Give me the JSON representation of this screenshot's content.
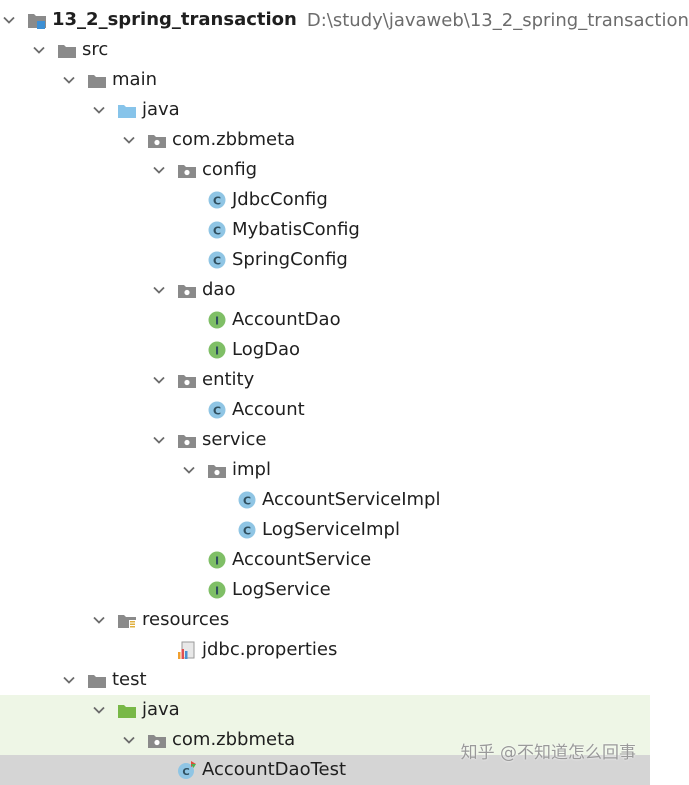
{
  "project": {
    "name": "13_2_spring_transaction",
    "path": "D:\\study\\javaweb\\13_2_spring_transaction"
  },
  "tree": [
    {
      "label": "13_2_spring_transaction",
      "icon": "project-module-icon",
      "level": 0,
      "expanded": true
    },
    {
      "label": "src",
      "icon": "folder-icon",
      "level": 1,
      "expanded": true
    },
    {
      "label": "main",
      "icon": "folder-icon",
      "level": 2,
      "expanded": true
    },
    {
      "label": "java",
      "icon": "source-root-folder-icon",
      "level": 3,
      "expanded": true
    },
    {
      "label": "com.zbbmeta",
      "icon": "package-icon",
      "level": 4,
      "expanded": true
    },
    {
      "label": "config",
      "icon": "package-icon",
      "level": 5,
      "expanded": true
    },
    {
      "label": "JdbcConfig",
      "icon": "class-icon",
      "level": 6
    },
    {
      "label": "MybatisConfig",
      "icon": "class-icon",
      "level": 6
    },
    {
      "label": "SpringConfig",
      "icon": "class-icon",
      "level": 6
    },
    {
      "label": "dao",
      "icon": "package-icon",
      "level": 5,
      "expanded": true
    },
    {
      "label": "AccountDao",
      "icon": "interface-icon",
      "level": 6
    },
    {
      "label": "LogDao",
      "icon": "interface-icon",
      "level": 6
    },
    {
      "label": "entity",
      "icon": "package-icon",
      "level": 5,
      "expanded": true
    },
    {
      "label": "Account",
      "icon": "class-icon",
      "level": 6
    },
    {
      "label": "service",
      "icon": "package-icon",
      "level": 5,
      "expanded": true
    },
    {
      "label": "impl",
      "icon": "package-icon",
      "level": 6,
      "expanded": true
    },
    {
      "label": "AccountServiceImpl",
      "icon": "class-icon",
      "level": 7
    },
    {
      "label": "LogServiceImpl",
      "icon": "class-icon",
      "level": 7
    },
    {
      "label": "AccountService",
      "icon": "interface-icon",
      "level": 6
    },
    {
      "label": "LogService",
      "icon": "interface-icon",
      "level": 6
    },
    {
      "label": "resources",
      "icon": "resources-folder-icon",
      "level": 3,
      "expanded": true
    },
    {
      "label": "jdbc.properties",
      "icon": "properties-file-icon",
      "level": 5
    },
    {
      "label": "test",
      "icon": "folder-icon",
      "level": 2,
      "expanded": true
    },
    {
      "label": "java",
      "icon": "test-root-folder-icon",
      "level": 3,
      "expanded": true,
      "highlight": "test"
    },
    {
      "label": "com.zbbmeta",
      "icon": "package-icon",
      "level": 4,
      "expanded": true,
      "highlight": "test"
    },
    {
      "label": "AccountDaoTest",
      "icon": "test-class-icon",
      "level": 5,
      "selected": true
    }
  ],
  "watermark": "知乎 @不知道怎么回事",
  "colors": {
    "folder": "#8a8a8a",
    "source_root": "#87c4ea",
    "test_root": "#78b847",
    "class_badge": "#8fc5e4",
    "interface_badge": "#7fbf66",
    "badge_letter": "#2f4f5f",
    "test_bg": "#eef6e6",
    "selected_bg": "#d5d5d5"
  }
}
